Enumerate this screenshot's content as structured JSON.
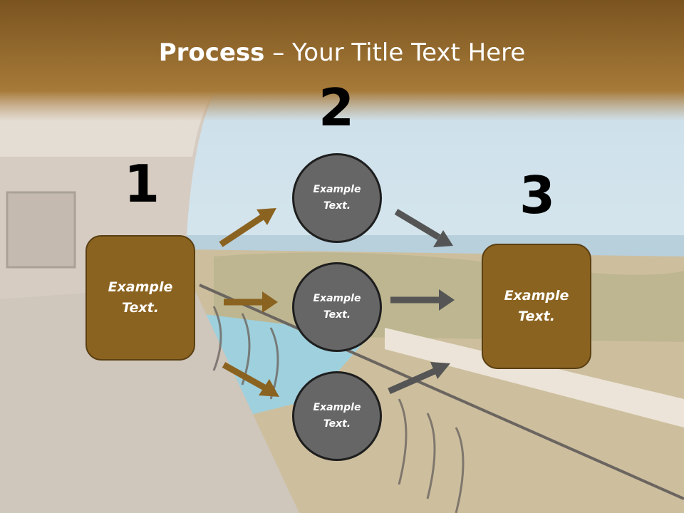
{
  "title": {
    "bold": "Process",
    "rest": " – Your Title Text Here"
  },
  "steps": [
    {
      "number": "1",
      "text": "Example\nText."
    },
    {
      "number": "2",
      "text": "Example\nText."
    },
    {
      "number": "3",
      "text": "Example\nText."
    }
  ],
  "middle_circles": [
    {
      "text": "Example\nText."
    },
    {
      "text": "Example\nText."
    },
    {
      "text": "Example\nText."
    }
  ],
  "colors": {
    "header_band": "#8B6320",
    "box_fill": "#8B6320",
    "circle_fill": "#666666",
    "arrow_brown": "#8B6320",
    "arrow_gray": "#555555"
  }
}
